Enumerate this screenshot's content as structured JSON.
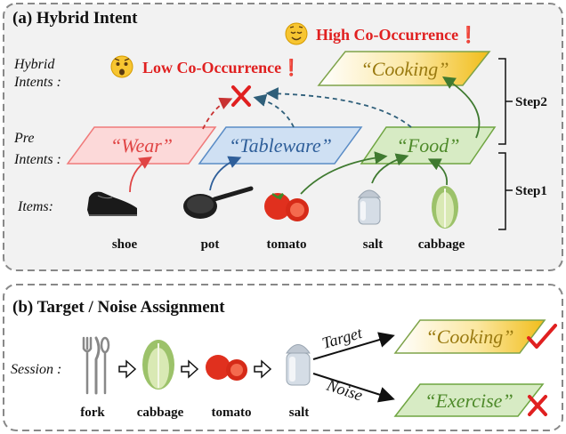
{
  "panel_a": {
    "title": "(a) Hybrid Intent",
    "row_labels": {
      "hybrid_line1": "Hybrid",
      "hybrid_line2": "Intents :",
      "pre_line1": "Pre",
      "pre_line2": "Intents :",
      "items": "Items:"
    },
    "intents": {
      "wear": "“Wear”",
      "tableware": "“Tableware”",
      "food": "“Food”",
      "cooking": "“Cooking”"
    },
    "low_cooccurrence": "Low Co-Occurrence❗",
    "high_cooccurrence": "High Co-Occurrence❗",
    "steps": {
      "step2": "Step2",
      "step1": "Step1"
    },
    "items": [
      "shoe",
      "pot",
      "tomato",
      "salt",
      "cabbage"
    ]
  },
  "panel_b": {
    "title": "(b) Target / Noise Assignment",
    "session_label": "Session :",
    "items": [
      "fork",
      "cabbage",
      "tomato",
      "salt"
    ],
    "target_label": "Target",
    "noise_label": "Noise",
    "target_intent": "“Cooking”",
    "noise_intent": "“Exercise”"
  },
  "colors": {
    "wear_fill": "#fcd9d9",
    "wear_stroke": "#f07a7a",
    "wear_text": "#e04545",
    "tableware_fill": "#cfe0f3",
    "tableware_stroke": "#5a8cc6",
    "tableware_text": "#2f5f9a",
    "food_fill": "#d7ebc4",
    "food_stroke": "#6fa541",
    "food_text": "#4e8a2a",
    "cooking_text": "#9a7a10",
    "cooking_stroke": "#7ea34a",
    "red": "#e02020",
    "dashed_red": "#c83232",
    "dashed_blue": "#2f5f7a"
  }
}
